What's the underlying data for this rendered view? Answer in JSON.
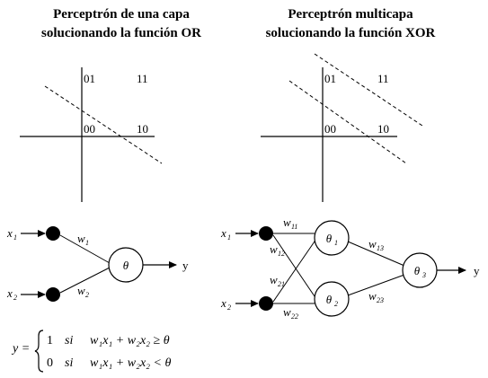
{
  "left_panel": {
    "title_line1": "Perceptrón de una capa",
    "title_line2": "solucionando la función OR",
    "points": {
      "p01": "01",
      "p11": "11",
      "p00": "00",
      "p10": "10"
    },
    "inputs": {
      "x1": "x",
      "x1_sub": "1",
      "x2": "x",
      "x2_sub": "2"
    },
    "weights": {
      "w1": "w",
      "w1_sub": "1",
      "w2": "w",
      "w2_sub": "2"
    },
    "neuron": "θ",
    "output": "y"
  },
  "right_panel": {
    "title_line1": "Perceptrón multicapa",
    "title_line2": "solucionando la función XOR",
    "points": {
      "p01": "01",
      "p11": "11",
      "p00": "00",
      "p10": "10"
    },
    "inputs": {
      "x1": "x",
      "x1_sub": "1",
      "x2": "x",
      "x2_sub": "2"
    },
    "weights": {
      "w11": "w",
      "w11_sub": "11",
      "w12": "w",
      "w12_sub": "12",
      "w21": "w",
      "w21_sub": "21",
      "w22": "w",
      "w22_sub": "22",
      "w13": "w",
      "w13_sub": "13",
      "w23": "w",
      "w23_sub": "23"
    },
    "neurons": {
      "t1": "θ",
      "t1_sub": "1",
      "t2": "θ",
      "t2_sub": "2",
      "t3": "θ",
      "t3_sub": "3"
    },
    "output": "y"
  },
  "equation": {
    "lhs": "y =",
    "case1_value": "1",
    "case1_si": "si",
    "case1_expr": "w₁x₁ + w₂x₂ ≥ θ",
    "case2_value": "0",
    "case2_si": "si",
    "case2_expr": "w₁x₁ + w₂x₂  < θ"
  }
}
